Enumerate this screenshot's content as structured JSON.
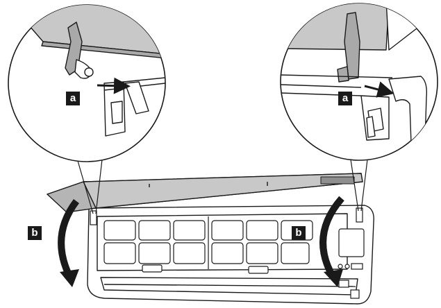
{
  "callouts": {
    "a_left": "a",
    "a_right": "a",
    "b_left": "b",
    "b_right": "b"
  },
  "colors": {
    "line": "#1a1a1a",
    "panel_gray": "#c8c8c8",
    "panel_dark": "#a9a9a9",
    "badge_bg": "#1a1a1a",
    "badge_text": "#ffffff"
  }
}
